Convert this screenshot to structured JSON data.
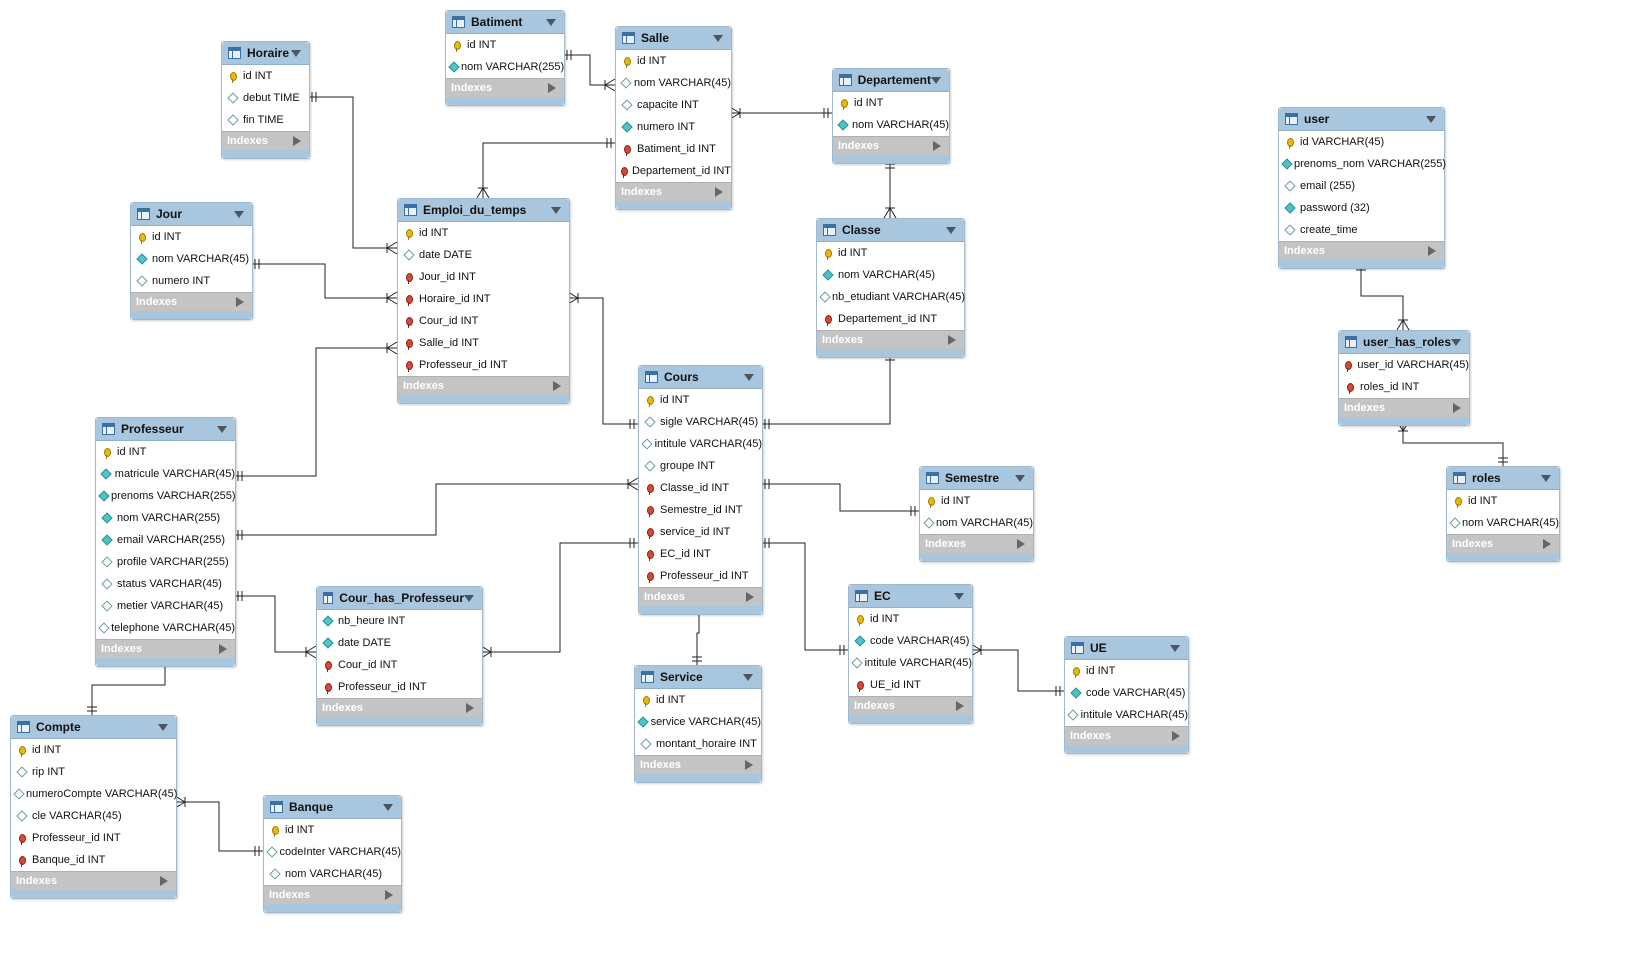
{
  "diagram": {
    "indexes_label": "Indexes",
    "tables": [
      {
        "id": "batiment",
        "name": "Batiment",
        "columns": [
          {
            "icon": "pk",
            "text": "id INT"
          },
          {
            "icon": "nn",
            "text": "nom VARCHAR(255)"
          }
        ]
      },
      {
        "id": "salle",
        "name": "Salle",
        "columns": [
          {
            "icon": "pk",
            "text": "id INT"
          },
          {
            "icon": "nu",
            "text": "nom VARCHAR(45)"
          },
          {
            "icon": "nu",
            "text": "capacite INT"
          },
          {
            "icon": "nn",
            "text": "numero INT"
          },
          {
            "icon": "fk",
            "text": "Batiment_id INT"
          },
          {
            "icon": "fk",
            "text": "Departement_id INT"
          }
        ]
      },
      {
        "id": "horaire",
        "name": "Horaire",
        "columns": [
          {
            "icon": "pk",
            "text": "id INT"
          },
          {
            "icon": "nu",
            "text": "debut TIME"
          },
          {
            "icon": "nu",
            "text": "fin TIME"
          }
        ]
      },
      {
        "id": "departement",
        "name": "Departement",
        "columns": [
          {
            "icon": "pk",
            "text": "id INT"
          },
          {
            "icon": "nn",
            "text": "nom VARCHAR(45)"
          }
        ]
      },
      {
        "id": "user",
        "name": "user",
        "columns": [
          {
            "icon": "pk",
            "text": "id VARCHAR(45)"
          },
          {
            "icon": "nn",
            "text": "prenoms_nom VARCHAR(255)"
          },
          {
            "icon": "nu",
            "text": "email (255)"
          },
          {
            "icon": "nn",
            "text": "password (32)"
          },
          {
            "icon": "nu",
            "text": "create_time"
          }
        ]
      },
      {
        "id": "jour",
        "name": "Jour",
        "columns": [
          {
            "icon": "pk",
            "text": "id INT"
          },
          {
            "icon": "nn",
            "text": "nom VARCHAR(45)"
          },
          {
            "icon": "nu",
            "text": "numero INT"
          }
        ]
      },
      {
        "id": "emploi",
        "name": "Emploi_du_temps",
        "columns": [
          {
            "icon": "pk",
            "text": "id INT"
          },
          {
            "icon": "nu",
            "text": "date DATE"
          },
          {
            "icon": "fk",
            "text": "Jour_id INT"
          },
          {
            "icon": "fk",
            "text": "Horaire_id INT"
          },
          {
            "icon": "fk",
            "text": "Cour_id INT"
          },
          {
            "icon": "fk",
            "text": "Salle_id INT"
          },
          {
            "icon": "fk",
            "text": "Professeur_id INT"
          }
        ]
      },
      {
        "id": "classe",
        "name": "Classe",
        "columns": [
          {
            "icon": "pk",
            "text": "id INT"
          },
          {
            "icon": "nn",
            "text": "nom VARCHAR(45)"
          },
          {
            "icon": "nu",
            "text": "nb_etudiant VARCHAR(45)"
          },
          {
            "icon": "fk",
            "text": "Departement_id INT"
          }
        ]
      },
      {
        "id": "user_has_roles",
        "name": "user_has_roles",
        "columns": [
          {
            "icon": "fk",
            "text": "user_id VARCHAR(45)"
          },
          {
            "icon": "fk",
            "text": "roles_id INT"
          }
        ]
      },
      {
        "id": "cours",
        "name": "Cours",
        "columns": [
          {
            "icon": "pk",
            "text": "id INT"
          },
          {
            "icon": "nu",
            "text": "sigle VARCHAR(45)"
          },
          {
            "icon": "nu",
            "text": "intitule VARCHAR(45)"
          },
          {
            "icon": "nu",
            "text": "groupe INT"
          },
          {
            "icon": "fk",
            "text": "Classe_id INT"
          },
          {
            "icon": "fk",
            "text": "Semestre_id INT"
          },
          {
            "icon": "fk",
            "text": "service_id INT"
          },
          {
            "icon": "fk",
            "text": "EC_id INT"
          },
          {
            "icon": "fk",
            "text": "Professeur_id INT"
          }
        ]
      },
      {
        "id": "professeur",
        "name": "Professeur",
        "columns": [
          {
            "icon": "pk",
            "text": "id INT"
          },
          {
            "icon": "nn",
            "text": "matricule VARCHAR(45)"
          },
          {
            "icon": "nn",
            "text": "prenoms VARCHAR(255)"
          },
          {
            "icon": "nn",
            "text": "nom VARCHAR(255)"
          },
          {
            "icon": "nn",
            "text": "email VARCHAR(255)"
          },
          {
            "icon": "nu",
            "text": "profile VARCHAR(255)"
          },
          {
            "icon": "nu",
            "text": "status VARCHAR(45)"
          },
          {
            "icon": "nu",
            "text": "metier VARCHAR(45)"
          },
          {
            "icon": "nu",
            "text": "telephone VARCHAR(45)"
          }
        ]
      },
      {
        "id": "semestre",
        "name": "Semestre",
        "columns": [
          {
            "icon": "pk",
            "text": "id INT"
          },
          {
            "icon": "nu",
            "text": "nom VARCHAR(45)"
          }
        ]
      },
      {
        "id": "roles",
        "name": "roles",
        "columns": [
          {
            "icon": "pk",
            "text": "id INT"
          },
          {
            "icon": "nu",
            "text": "nom VARCHAR(45)"
          }
        ]
      },
      {
        "id": "cour_has_prof",
        "name": "Cour_has_Professeur",
        "columns": [
          {
            "icon": "nn",
            "text": "nb_heure INT"
          },
          {
            "icon": "nn",
            "text": "date DATE"
          },
          {
            "icon": "fk",
            "text": "Cour_id INT"
          },
          {
            "icon": "fk",
            "text": "Professeur_id INT"
          }
        ]
      },
      {
        "id": "ec",
        "name": "EC",
        "columns": [
          {
            "icon": "pk",
            "text": "id INT"
          },
          {
            "icon": "nn",
            "text": "code VARCHAR(45)"
          },
          {
            "icon": "nu",
            "text": "intitule VARCHAR(45)"
          },
          {
            "icon": "fk",
            "text": "UE_id INT"
          }
        ]
      },
      {
        "id": "ue",
        "name": "UE",
        "columns": [
          {
            "icon": "pk",
            "text": "id INT"
          },
          {
            "icon": "nn",
            "text": "code VARCHAR(45)"
          },
          {
            "icon": "nu",
            "text": "intitule VARCHAR(45)"
          }
        ]
      },
      {
        "id": "service",
        "name": "Service",
        "columns": [
          {
            "icon": "pk",
            "text": "id INT"
          },
          {
            "icon": "nn",
            "text": "service VARCHAR(45)"
          },
          {
            "icon": "nu",
            "text": "montant_horaire INT"
          }
        ]
      },
      {
        "id": "compte",
        "name": "Compte",
        "columns": [
          {
            "icon": "pk",
            "text": "id INT"
          },
          {
            "icon": "nu",
            "text": "rip INT"
          },
          {
            "icon": "nu",
            "text": "numeroCompte VARCHAR(45)"
          },
          {
            "icon": "nu",
            "text": "cle VARCHAR(45)"
          },
          {
            "icon": "fk",
            "text": "Professeur_id INT"
          },
          {
            "icon": "fk",
            "text": "Banque_id INT"
          }
        ]
      },
      {
        "id": "banque",
        "name": "Banque",
        "columns": [
          {
            "icon": "pk",
            "text": "id INT"
          },
          {
            "icon": "nu",
            "text": "codeInter VARCHAR(45)"
          },
          {
            "icon": "nu",
            "text": "nom VARCHAR(45)"
          }
        ]
      }
    ]
  }
}
